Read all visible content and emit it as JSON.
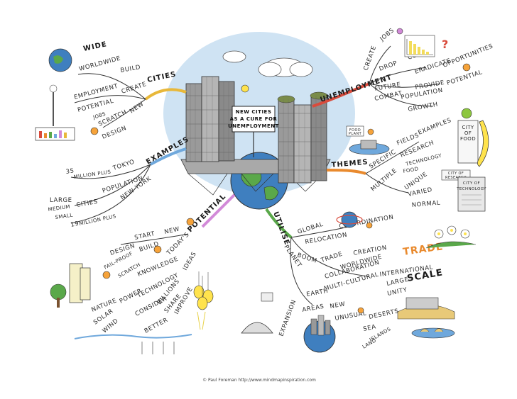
{
  "center": {
    "sign_lines": [
      "NEW CITIES",
      "AS A CURE FOR",
      "UNEMPLOYMENT"
    ],
    "food_sign_lines": [
      "FOOD",
      "PLANT"
    ]
  },
  "branches": {
    "cities": {
      "label": "CITIES",
      "words": {
        "wide": "WIDE",
        "worldwide": "WORLDWIDE",
        "build": "BUILD",
        "employment": "EMPLOYMENT",
        "potential": "POTENTIAL",
        "create": "CREATE",
        "jobs": "JOBS",
        "scratch": "SCRATCH",
        "new": "NEW",
        "design": "DESIGN"
      }
    },
    "examples": {
      "label": "EXAMPLES",
      "words": {
        "n35": "35",
        "million_plus_1": "MILLION PLUS",
        "tokyo": "TOKYO",
        "population": "POPULATION",
        "large": "LARGE",
        "cities": "CITIES",
        "medium": "MEDIUM",
        "small": "SMALL",
        "n19": "19",
        "million_plus_2": "MILLION PLUS",
        "new_york": "NEW YORK"
      }
    },
    "potential": {
      "label": "POTENTIAL",
      "words": {
        "start": "START",
        "new": "NEW",
        "design": "DESIGN",
        "build": "BUILD",
        "todays": "TODAY'S",
        "fail_proof": "FAIL-PROOF",
        "scratch": "SCRATCH",
        "knowledge": "KNOWLEDGE",
        "ideas": "IDEAS",
        "power": "POWER",
        "technology": "TECHNOLOGY",
        "billions": "BILLIONS",
        "nature": "NATURE",
        "solar": "SOLAR",
        "wind": "WIND",
        "consider": "CONSIDER",
        "share": "SHARE",
        "better": "BETTER",
        "improve": "IMPROVE"
      }
    },
    "unemployment": {
      "label": "UNEMPLOYMENT",
      "words": {
        "create": "CREATE",
        "jobs": "JOBS",
        "cure": "CURE",
        "drop": "DROP",
        "eradicate": "ERADICATE",
        "opportunities": "OPPORTUNITIES",
        "future": "FUTURE",
        "provide": "PROVIDE",
        "potential": "POTENTIAL",
        "combat": "COMBAT",
        "population": "POPULATION",
        "growth": "GROWTH",
        "question": "?"
      }
    },
    "themes": {
      "label": "THEMES",
      "words": {
        "specific": "SPECIFIC",
        "fields": "FIELDS",
        "examples": "EXAMPLES",
        "research": "RESEARCH",
        "technology": "TECHNOLOGY",
        "food": "FOOD",
        "multiple": "MULTIPLE",
        "unique": "UNIQUE",
        "varied": "VARIED",
        "normal": "NORMAL",
        "city_of_food": [
          "CITY",
          "OF",
          "FOOD"
        ],
        "city_of_research": [
          "CITY OF",
          "RESEARCH"
        ],
        "city_of_technology": [
          "CITY OF",
          "TECHNOLOGY"
        ]
      }
    },
    "utilise": {
      "label": "UTILISE",
      "words": {
        "global": "GLOBAL",
        "coordination": "CO-ORDINATION",
        "relocation": "RELOCATION",
        "creation": "CREATION",
        "boom": "BOOM",
        "trade": "TRADE",
        "worldwide": "WORLDWIDE",
        "trade_big": "TRADE",
        "collaboration": "COLLABORATION",
        "international": "INTERNATIONAL",
        "multicultural": "MULTI-CULTURAL",
        "large": "LARGE",
        "scale": "SCALE",
        "unity": "UNITY",
        "planet": "PLANET",
        "earth": "EARTH",
        "areas": "AREAS",
        "new": "NEW",
        "unusual": "UNUSUAL",
        "deserts": "DESERTS",
        "expansion": "EXPANSION",
        "sea": "SEA",
        "islands": "ISLANDS",
        "land": "LAND"
      }
    }
  },
  "credit": "© Paul Foreman http://www.mindmapinspiration.com",
  "colors": {
    "cities": "#e8b83a",
    "examples": "#6fa8dc",
    "potential": "#d28ad8",
    "unemployment": "#d94b3c",
    "themes": "#e98a2e",
    "utilise": "#5aa84a",
    "sky": "#cfe3f3",
    "building": "#8f8f8f"
  }
}
